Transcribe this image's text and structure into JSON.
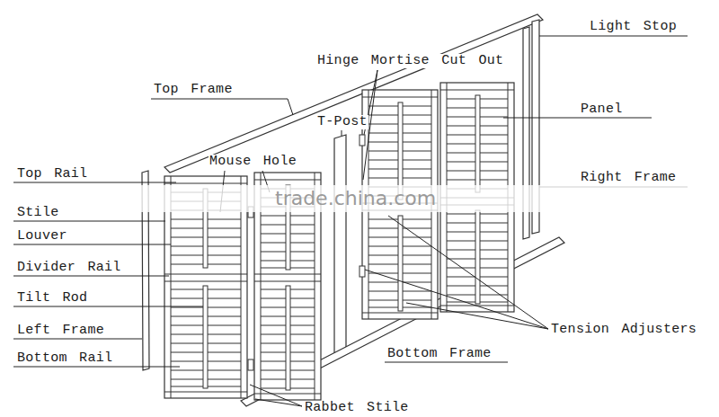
{
  "diagram": {
    "labels": [
      "Light Stop",
      "Hinge Mortise Cut Out",
      "Top Frame",
      "T-Post",
      "Panel",
      "Top Rail",
      "Mouse Hole",
      "trade.china.com",
      "Right Frame",
      "Stile",
      "Louver",
      "Divider Rail",
      "Tilt Rod",
      "Left Frame",
      "Bottom Rail",
      "Tension Adjusters",
      "Bottom Frame",
      "Rabbet Stile"
    ]
  }
}
